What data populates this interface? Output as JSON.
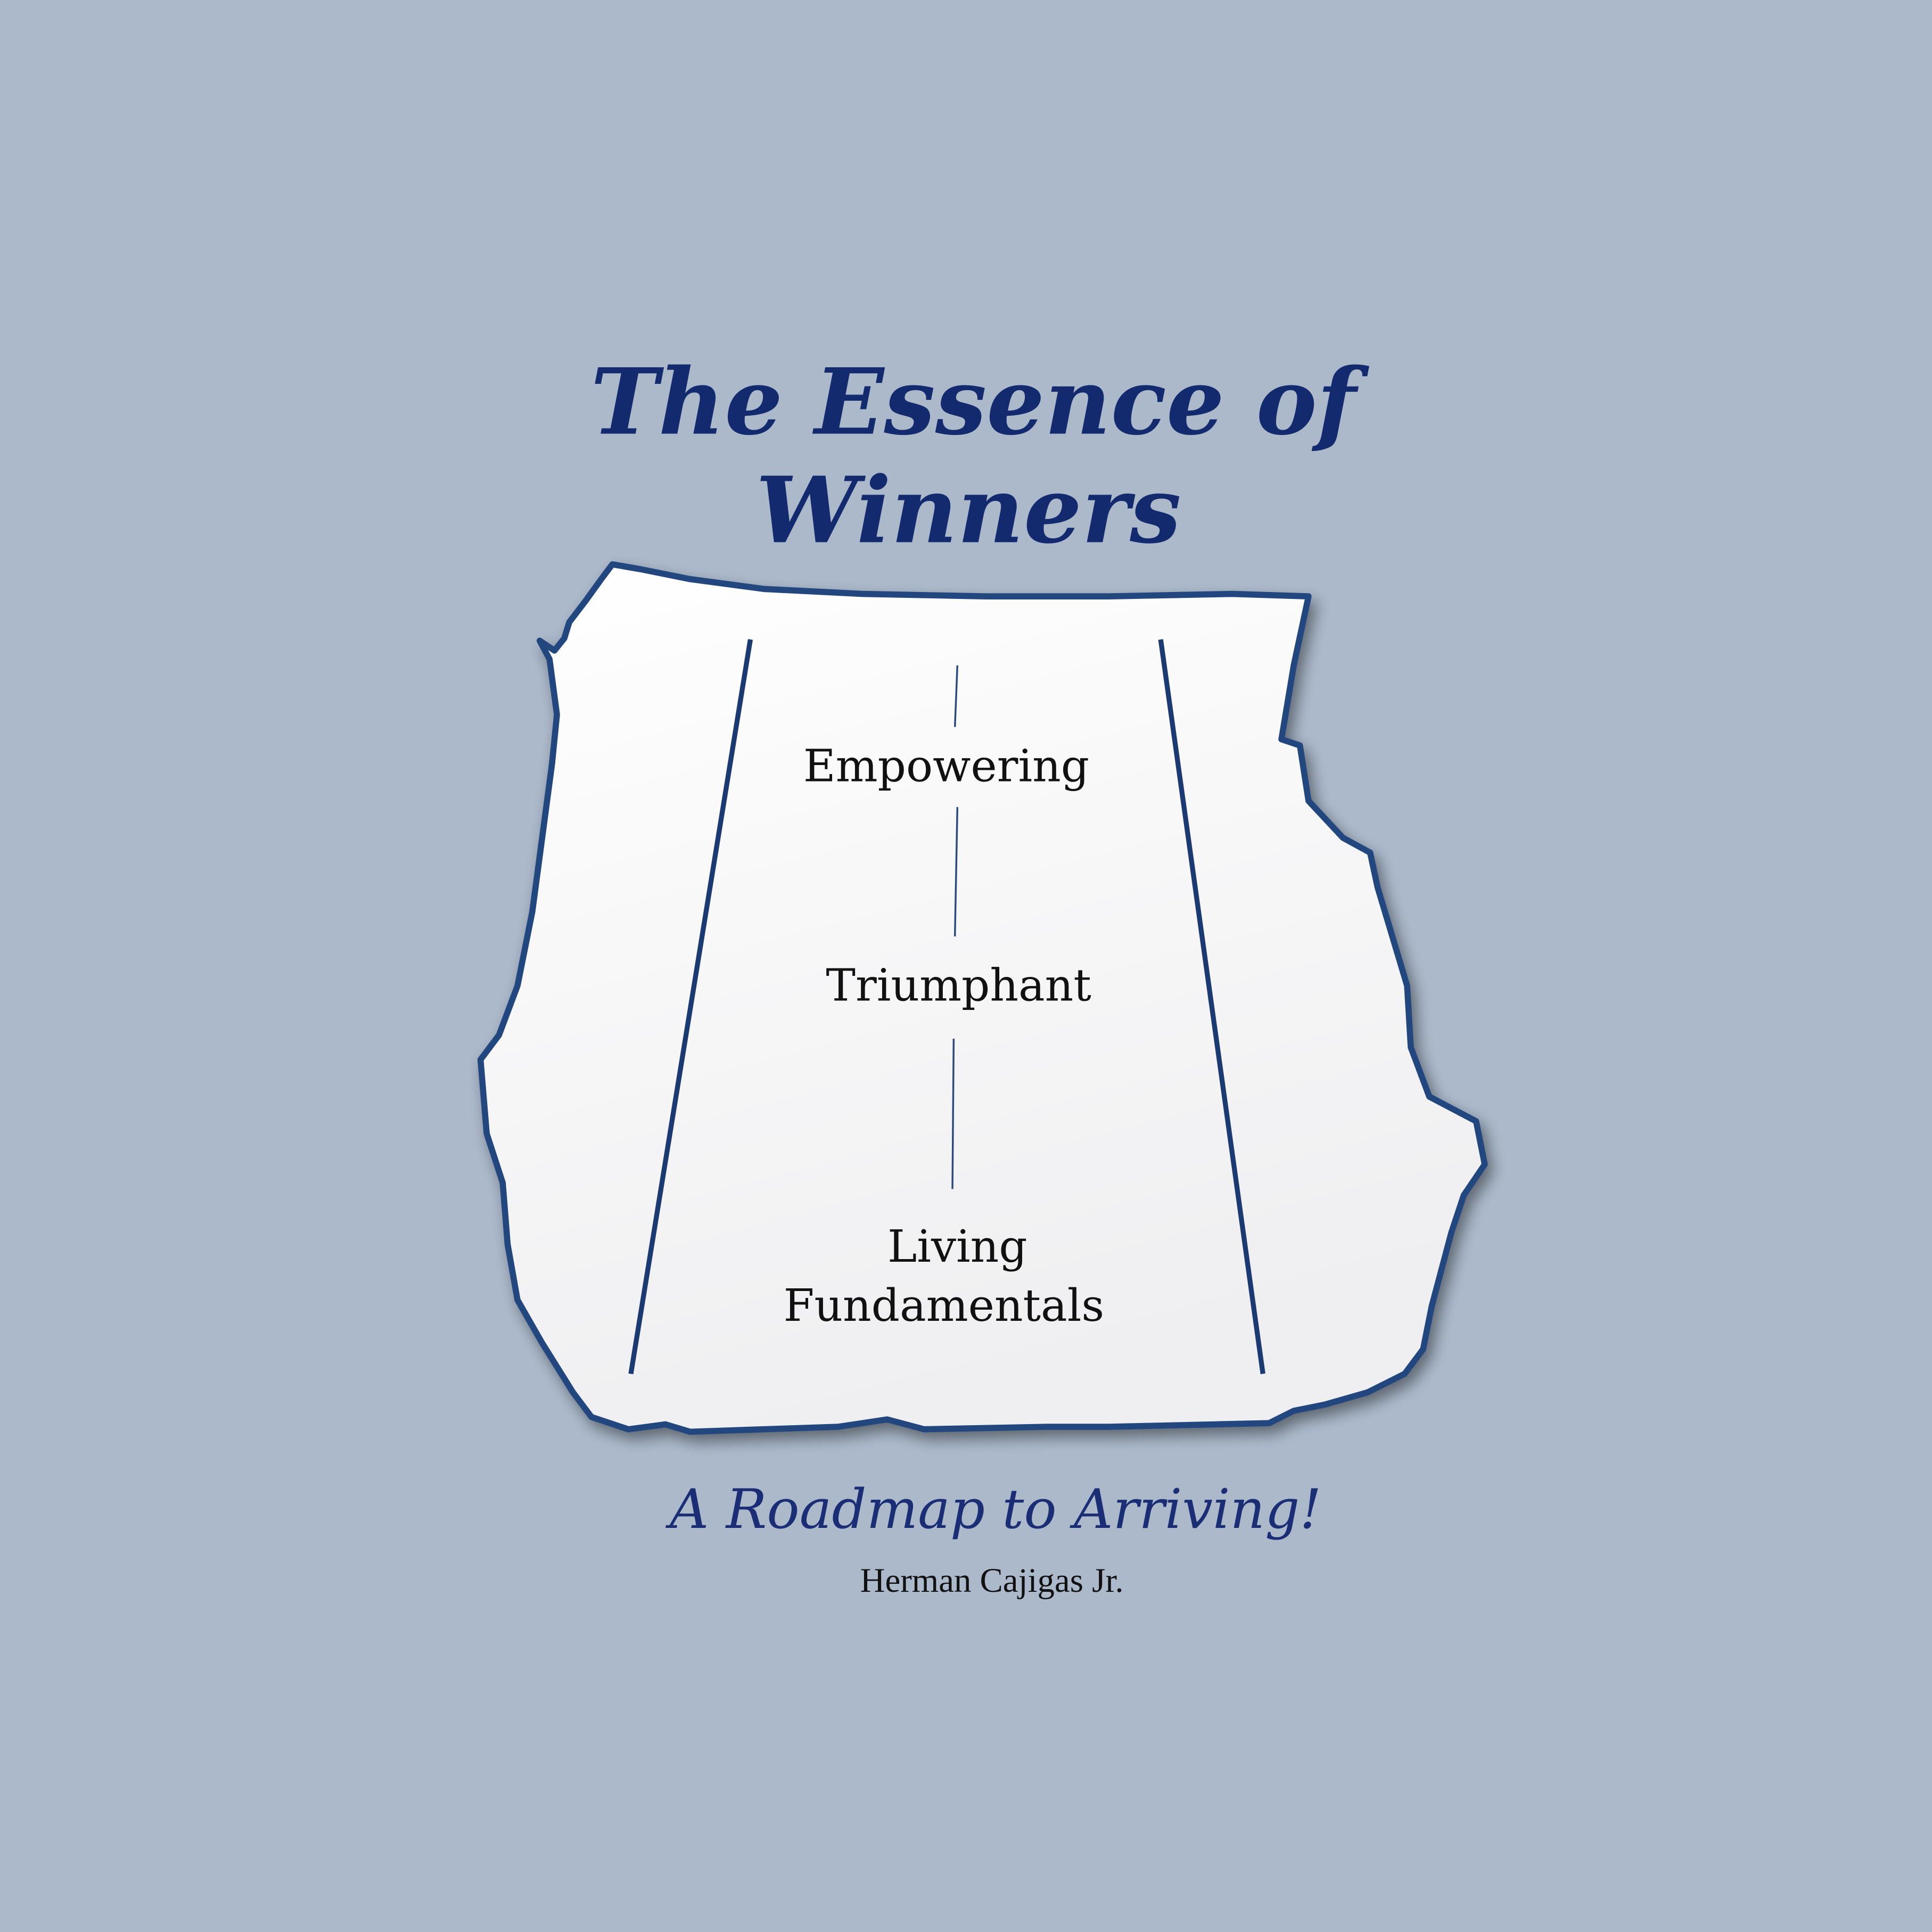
{
  "cover": {
    "title_line1": "The Essence of",
    "title_line2": "Winners",
    "road_labels": {
      "top": "Empowering",
      "middle": "Triumphant",
      "bottom_line1": "Living",
      "bottom_line2": "Fundamentals"
    },
    "subtitle": "A Roadmap to Arriving!",
    "author": "Herman Cajigas Jr."
  },
  "colors": {
    "background": "#abb9cb",
    "title": "#132a6e",
    "outline": "#23467f",
    "road_lines": "#1b3a72",
    "paper": "#f6f6f7",
    "text": "#111111"
  }
}
